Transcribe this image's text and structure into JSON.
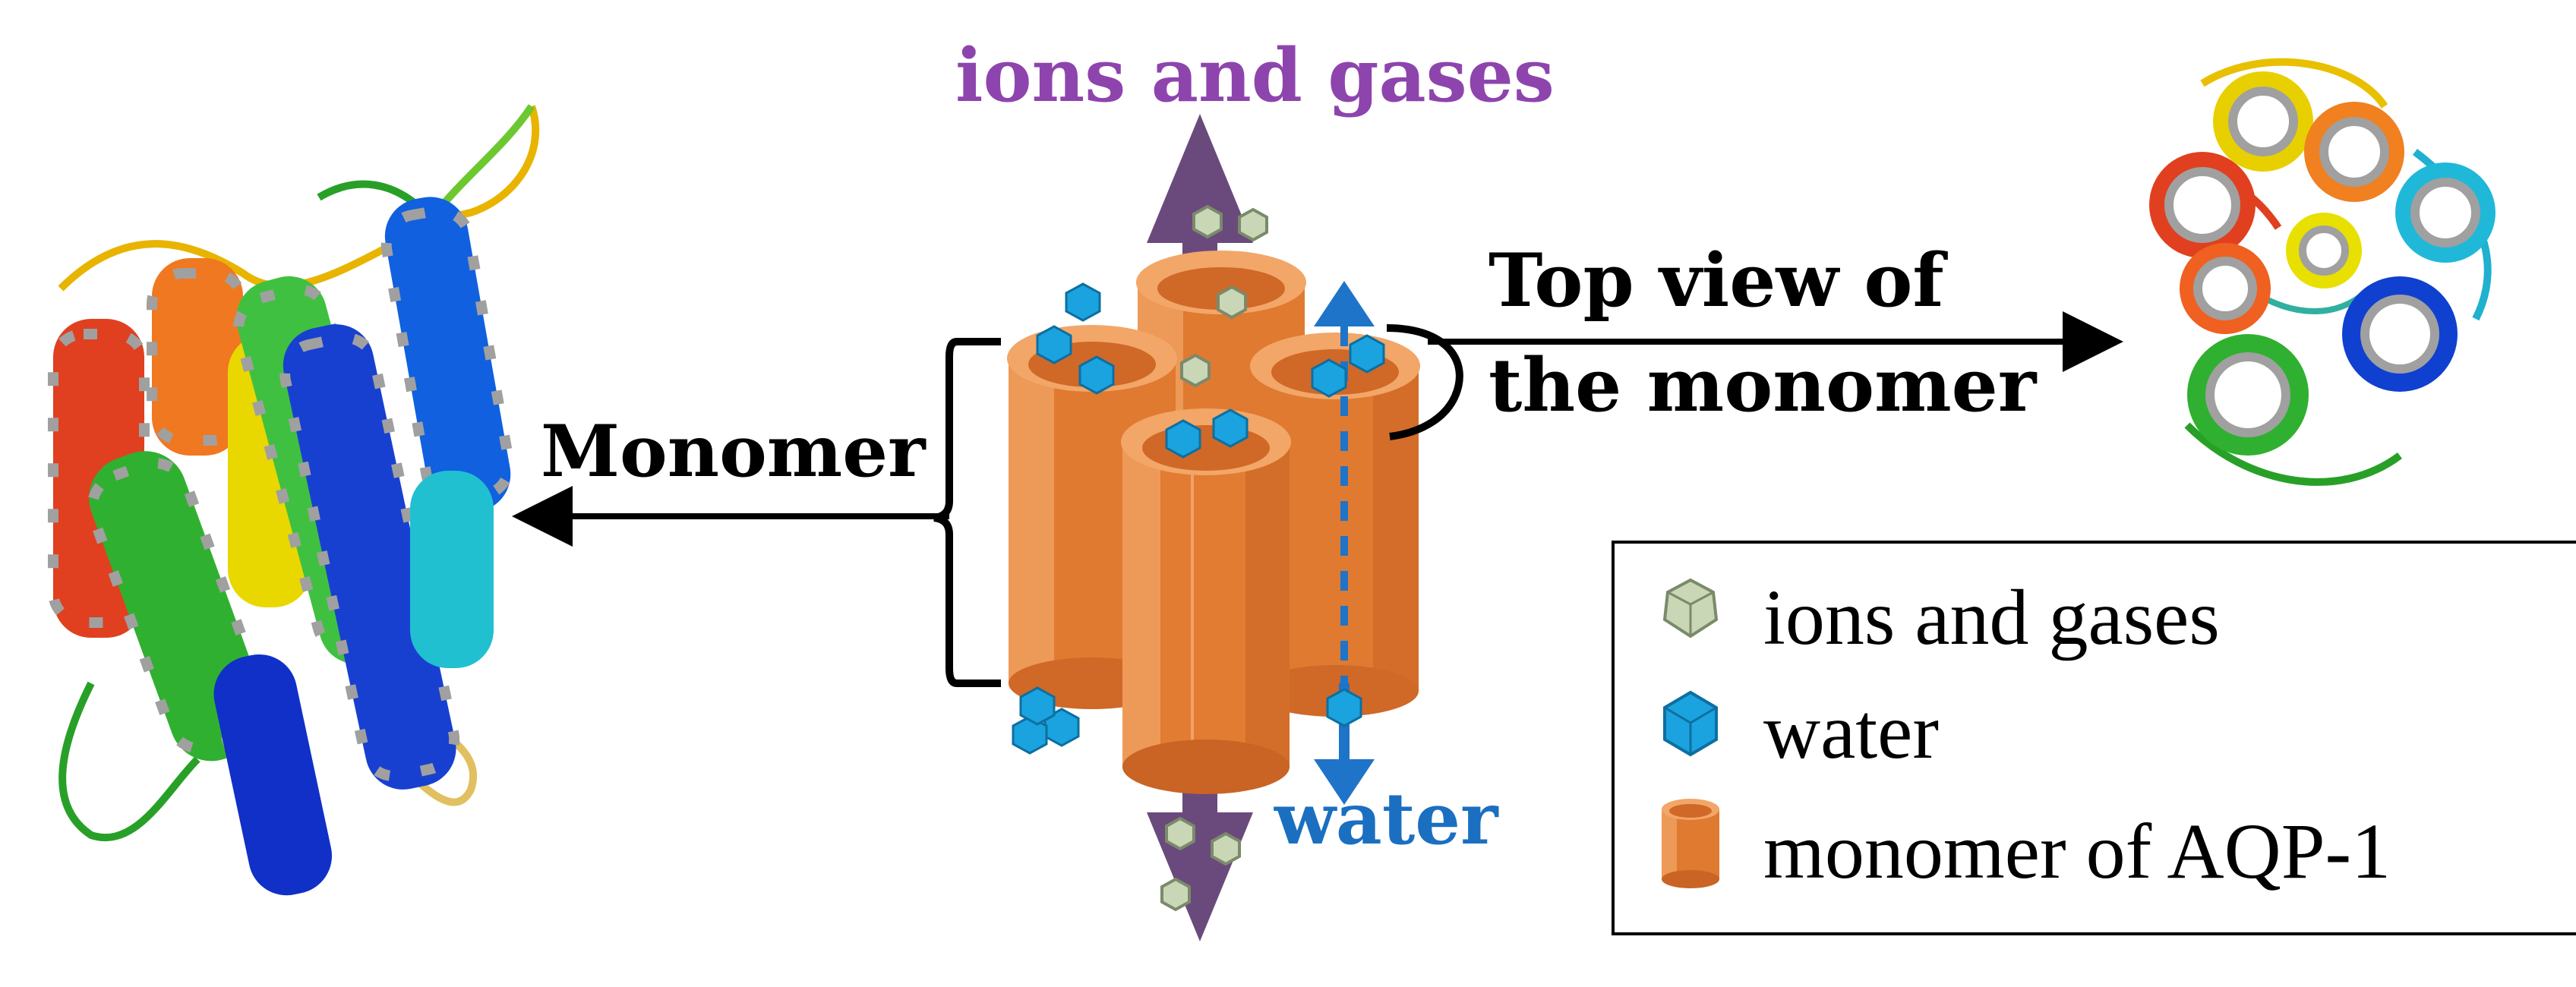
{
  "labels": {
    "ions_and_gases": "ions and gases",
    "water": "water",
    "monomer": "Monomer",
    "top_view_line1": "Top view of",
    "top_view_line2": "the monomer"
  },
  "legend": {
    "items": [
      {
        "icon": "ion-gas-polyhedron-icon",
        "label": "ions and gases"
      },
      {
        "icon": "water-hexagon-icon",
        "label": "water"
      },
      {
        "icon": "octagonal-cylinder-icon",
        "label": "monomer of AQP-1"
      }
    ]
  },
  "colors": {
    "ions_label": "#8e44ad",
    "water_label": "#1a6fc0",
    "purple_arrow": "#6a4a7c",
    "blue_arrow": "#1e74c8",
    "cylinder_orange": "#e8803a",
    "cylinder_light": "#f2a668",
    "water_blue": "#1ba3e0",
    "ion_green": "#c9d7b6"
  }
}
